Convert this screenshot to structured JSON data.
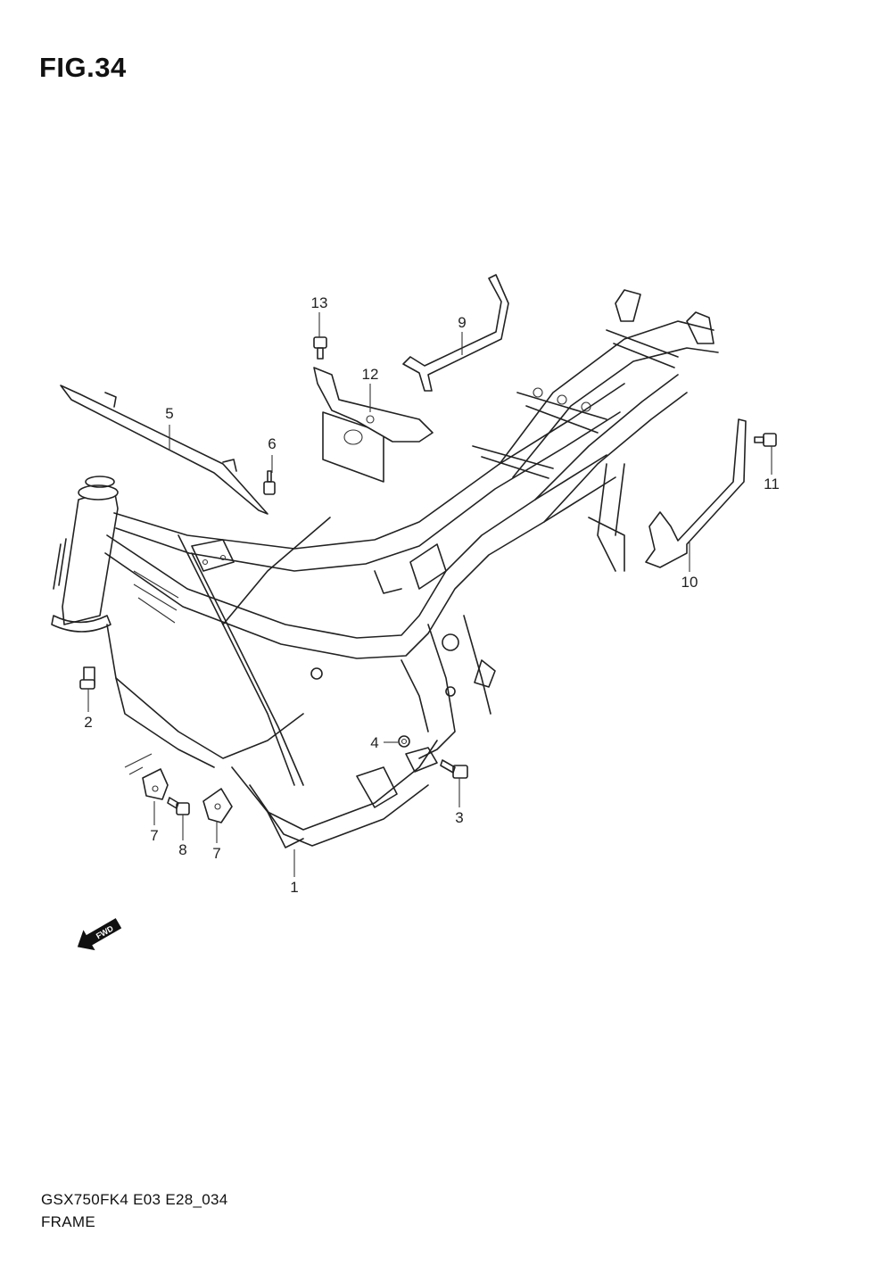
{
  "figure": {
    "title": "FIG.34"
  },
  "callouts": [
    {
      "id": "1",
      "label": "1"
    },
    {
      "id": "2",
      "label": "2"
    },
    {
      "id": "3",
      "label": "3"
    },
    {
      "id": "4",
      "label": "4"
    },
    {
      "id": "5",
      "label": "5"
    },
    {
      "id": "6",
      "label": "6"
    },
    {
      "id": "7a",
      "label": "7"
    },
    {
      "id": "7b",
      "label": "7"
    },
    {
      "id": "8",
      "label": "8"
    },
    {
      "id": "9",
      "label": "9"
    },
    {
      "id": "10",
      "label": "10"
    },
    {
      "id": "11",
      "label": "11"
    },
    {
      "id": "12",
      "label": "12"
    },
    {
      "id": "13",
      "label": "13"
    }
  ],
  "fwd_arrow": {
    "label": "FWD"
  },
  "footer": {
    "model_code": "GSX750FK4 E03 E28_034",
    "section": "FRAME"
  }
}
